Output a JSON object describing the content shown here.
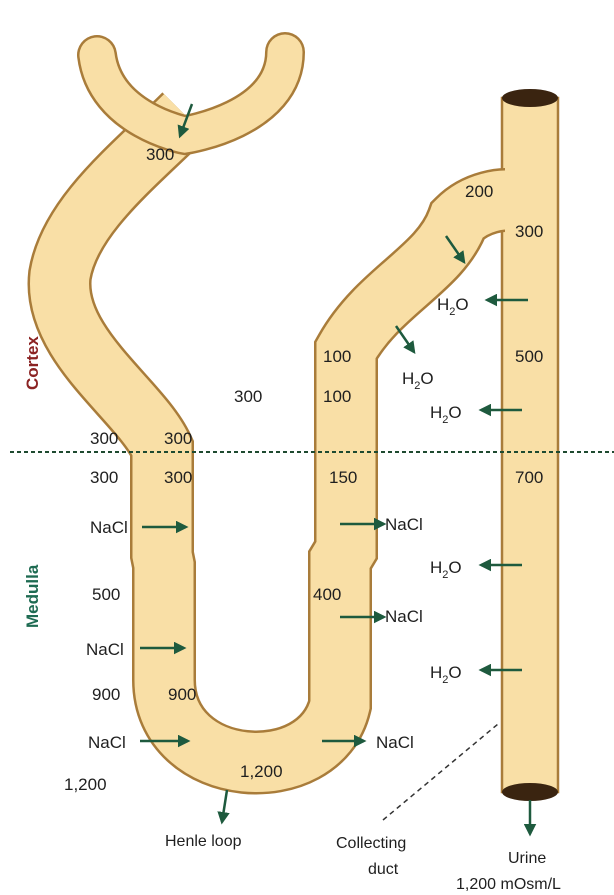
{
  "colors": {
    "tube_fill": "#f9dfa6",
    "tube_edge": "#a97c3a",
    "arrow": "#1e5a3e",
    "cortex": "#8b2323",
    "medulla": "#1e6b52",
    "boundary": "#1e4a30",
    "duct_cap": "#3a2410"
  },
  "zones": {
    "cortex": "Cortex",
    "medulla": "Medulla"
  },
  "osmolarity": {
    "capsule": "300",
    "interstitial_cortex": "300",
    "interstitial_left_top": "300",
    "desc_above": "300",
    "interstitial_left_bottom": "300",
    "desc_below": "300",
    "interstitial_500": "500",
    "interstitial_900": "900",
    "interstitial_1200": "1,200",
    "desc_900": "900",
    "bend_1200": "1,200",
    "asc_400": "400",
    "asc_150": "150",
    "asc_100a": "100",
    "asc_100b": "100",
    "distal_200": "200",
    "duct_300": "300",
    "duct_500": "500",
    "duct_700": "700"
  },
  "solutes": {
    "water": "H",
    "water_sub": "2",
    "water_end": "O",
    "salt": "NaCl"
  },
  "labels": {
    "henle": "Henle loop",
    "collecting_1": "Collecting",
    "collecting_2": "duct",
    "urine_1": "Urine",
    "urine_2": "1,200 mOsm/L"
  }
}
